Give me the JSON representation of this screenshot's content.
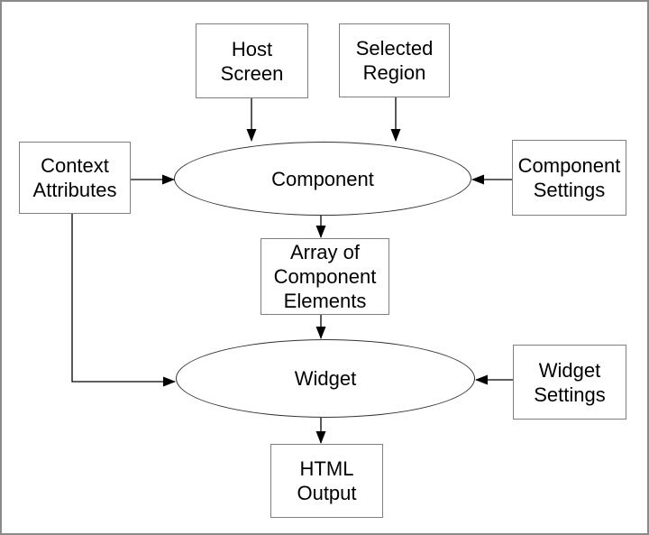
{
  "diagram": {
    "nodes": {
      "host_screen": {
        "label": "Host\nScreen",
        "shape": "rectangle"
      },
      "selected_region": {
        "label": "Selected\nRegion",
        "shape": "rectangle"
      },
      "context_attributes": {
        "label": "Context\nAttributes",
        "shape": "rectangle"
      },
      "component": {
        "label": "Component",
        "shape": "ellipse"
      },
      "component_settings": {
        "label": "Component\nSettings",
        "shape": "rectangle"
      },
      "array_of_component_elements": {
        "label": "Array of\nComponent\nElements",
        "shape": "rectangle"
      },
      "widget": {
        "label": "Widget",
        "shape": "ellipse"
      },
      "widget_settings": {
        "label": "Widget\nSettings",
        "shape": "rectangle"
      },
      "html_output": {
        "label": "HTML\nOutput",
        "shape": "rectangle"
      }
    },
    "edges": [
      {
        "from": "host_screen",
        "to": "component"
      },
      {
        "from": "selected_region",
        "to": "component"
      },
      {
        "from": "context_attributes",
        "to": "component"
      },
      {
        "from": "component_settings",
        "to": "component"
      },
      {
        "from": "component",
        "to": "array_of_component_elements"
      },
      {
        "from": "array_of_component_elements",
        "to": "widget"
      },
      {
        "from": "context_attributes",
        "to": "widget"
      },
      {
        "from": "widget_settings",
        "to": "widget"
      },
      {
        "from": "widget",
        "to": "html_output"
      }
    ],
    "colors": {
      "background": "#ffffff",
      "outer_border": "#8a8a8a",
      "box_border": "#7f7f7f",
      "ellipse_stroke": "#333333",
      "arrow": "#000000",
      "text": "#000000"
    }
  }
}
